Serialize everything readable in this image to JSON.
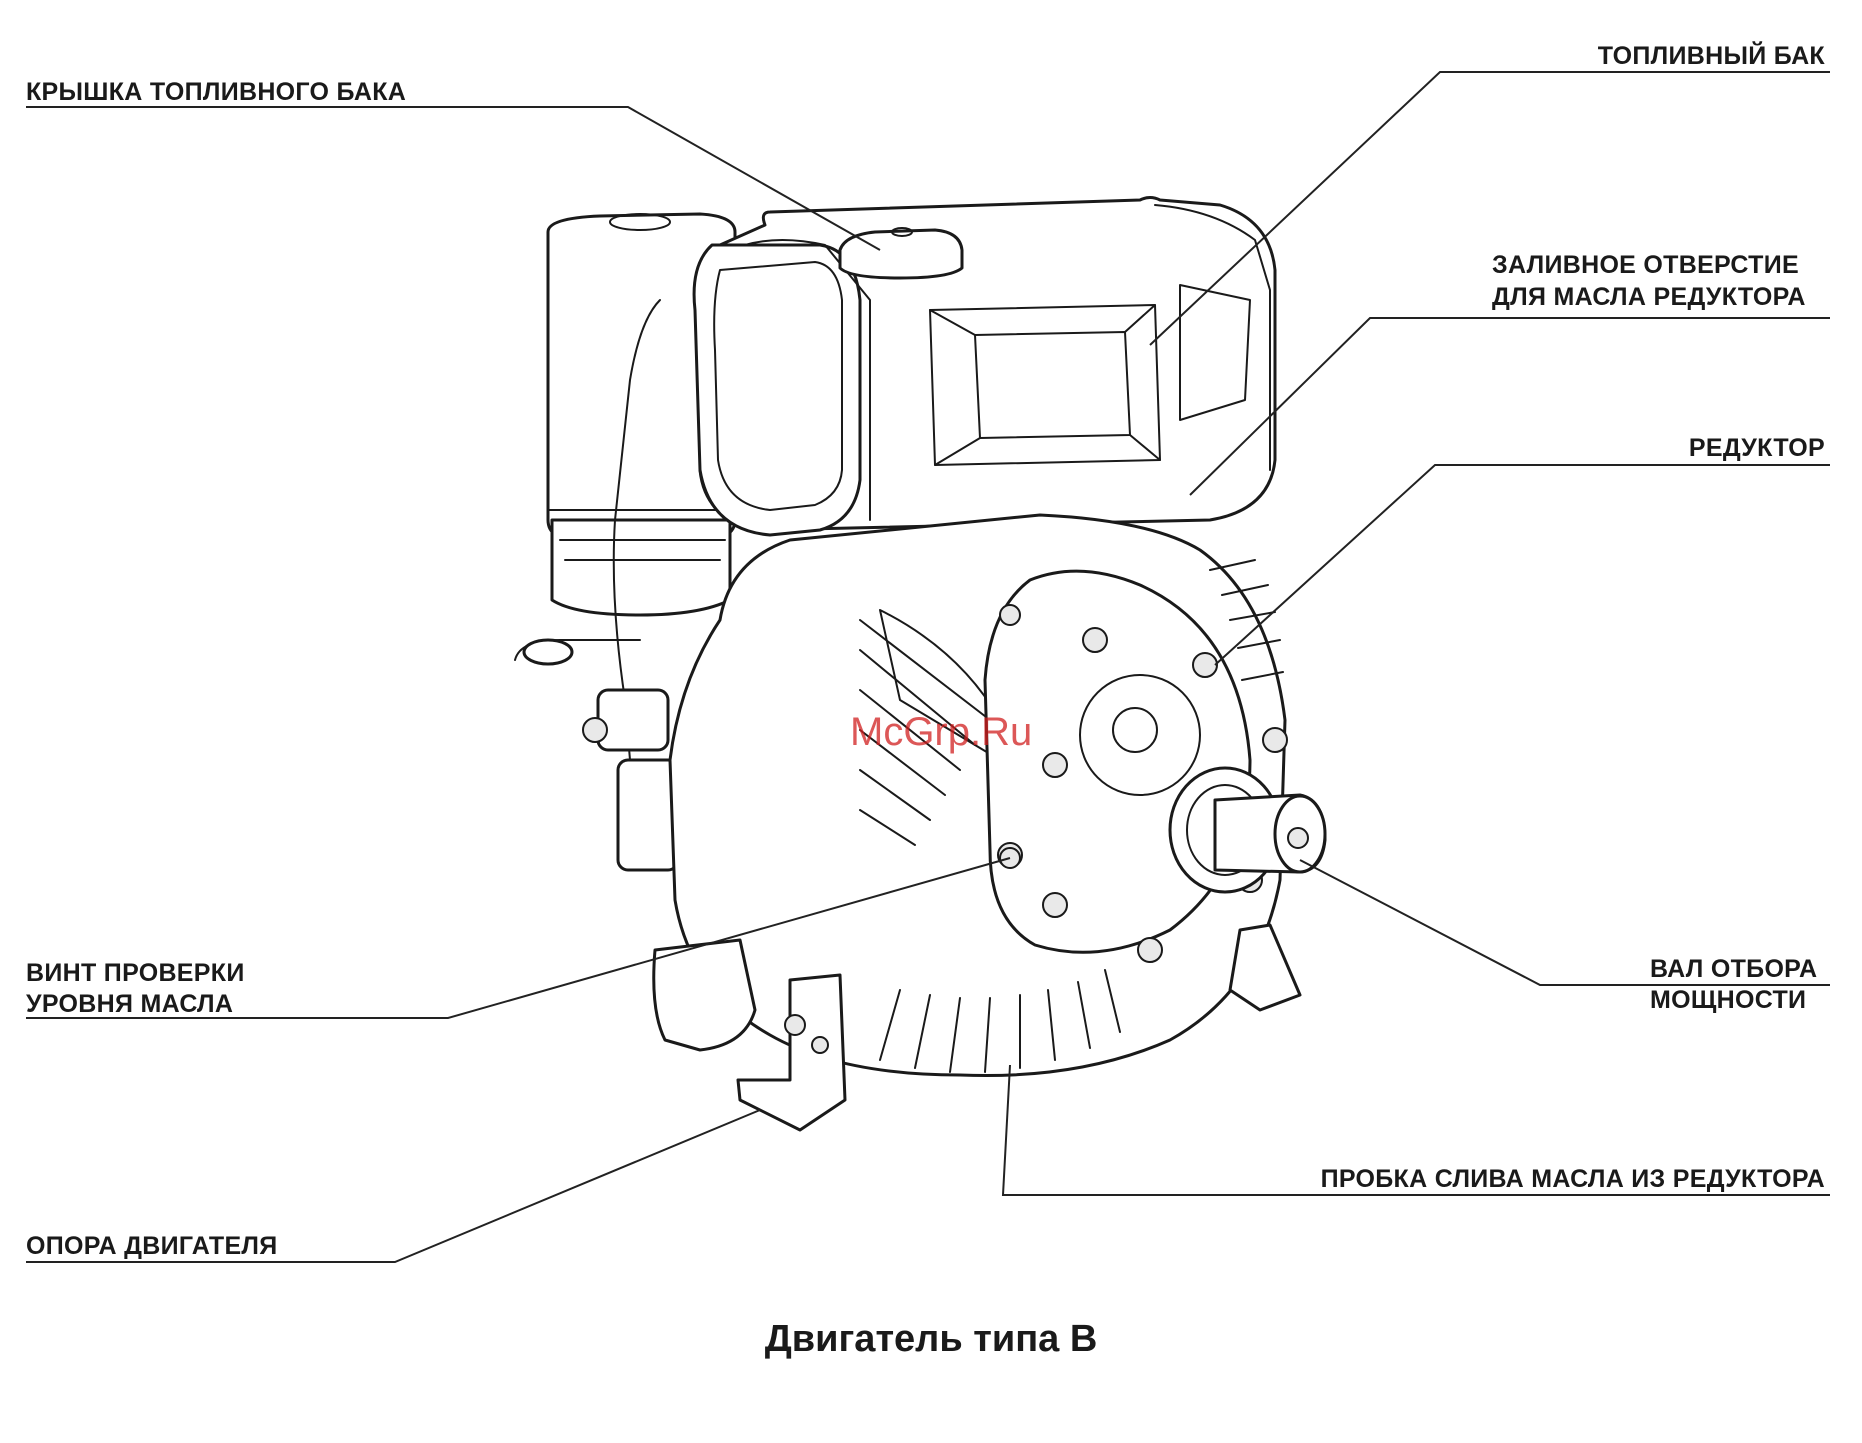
{
  "caption": "Двигатель типа B",
  "watermark": "McGrp.Ru",
  "labels": {
    "fuel_cap": "КРЫШКА ТОПЛИВНОГО БАКА",
    "fuel_tank": "ТОПЛИВНЫЙ БАК",
    "gear_oil_filler_line1": "ЗАЛИВНОЕ ОТВЕРСТИЕ",
    "gear_oil_filler_line2": "ДЛЯ МАСЛА РЕДУКТОРА",
    "reducer": "РЕДУКТОР",
    "oil_level_screw_line1": "ВИНТ ПРОВЕРКИ",
    "oil_level_screw_line2": "УРОВНЯ МАСЛА",
    "pto_shaft_line1": "ВАЛ ОТБОРА",
    "pto_shaft_line2": "МОЩНОСТИ",
    "gear_oil_drain_plug": "ПРОБКА СЛИВА МАСЛА ИЗ РЕДУКТОРА",
    "engine_mount": "ОПОРА ДВИГАТЕЛЯ"
  }
}
